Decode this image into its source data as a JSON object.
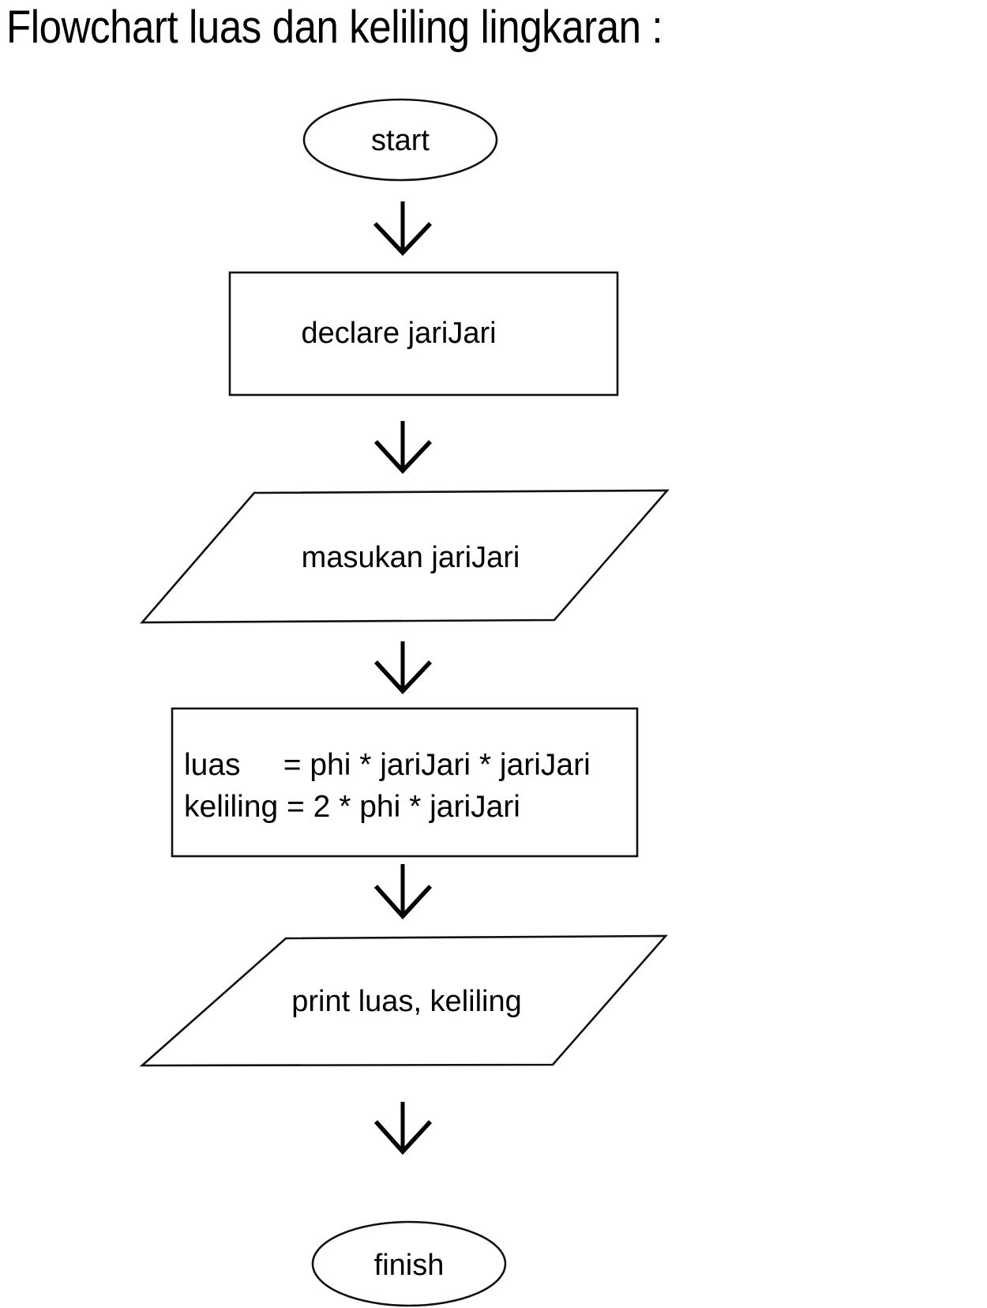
{
  "document": {
    "title_text": "Flowchart luas dan keliling lingkaran :",
    "background_color": "#ffffff",
    "line_color": "#111111",
    "text_color": "#000000"
  },
  "chart_data": {
    "type": "diagram",
    "diagram_kind": "flowchart",
    "title": "Flowchart luas dan keliling lingkaran :",
    "orientation": "top-to-bottom",
    "nodes": [
      {
        "id": "start",
        "shape": "ellipse",
        "label": "start"
      },
      {
        "id": "declare",
        "shape": "rectangle",
        "label": "declare jariJari"
      },
      {
        "id": "input",
        "shape": "parallelogram",
        "label": "masukan jariJari"
      },
      {
        "id": "process",
        "shape": "rectangle",
        "label_line_1": "luas     = phi * jariJari * jariJari",
        "label_line_2": "keliling = 2 * phi * jariJari"
      },
      {
        "id": "output",
        "shape": "parallelogram",
        "label": "print luas, keliling"
      },
      {
        "id": "finish",
        "shape": "ellipse",
        "label": "finish"
      }
    ],
    "edges": [
      {
        "from": "start",
        "to": "declare",
        "style": "arrow-down",
        "label": ""
      },
      {
        "from": "declare",
        "to": "input",
        "style": "arrow-down",
        "label": ""
      },
      {
        "from": "input",
        "to": "process",
        "style": "arrow-down",
        "label": ""
      },
      {
        "from": "process",
        "to": "output",
        "style": "arrow-down",
        "label": ""
      },
      {
        "from": "output",
        "to": "finish",
        "style": "arrow-down",
        "label": ""
      }
    ]
  }
}
